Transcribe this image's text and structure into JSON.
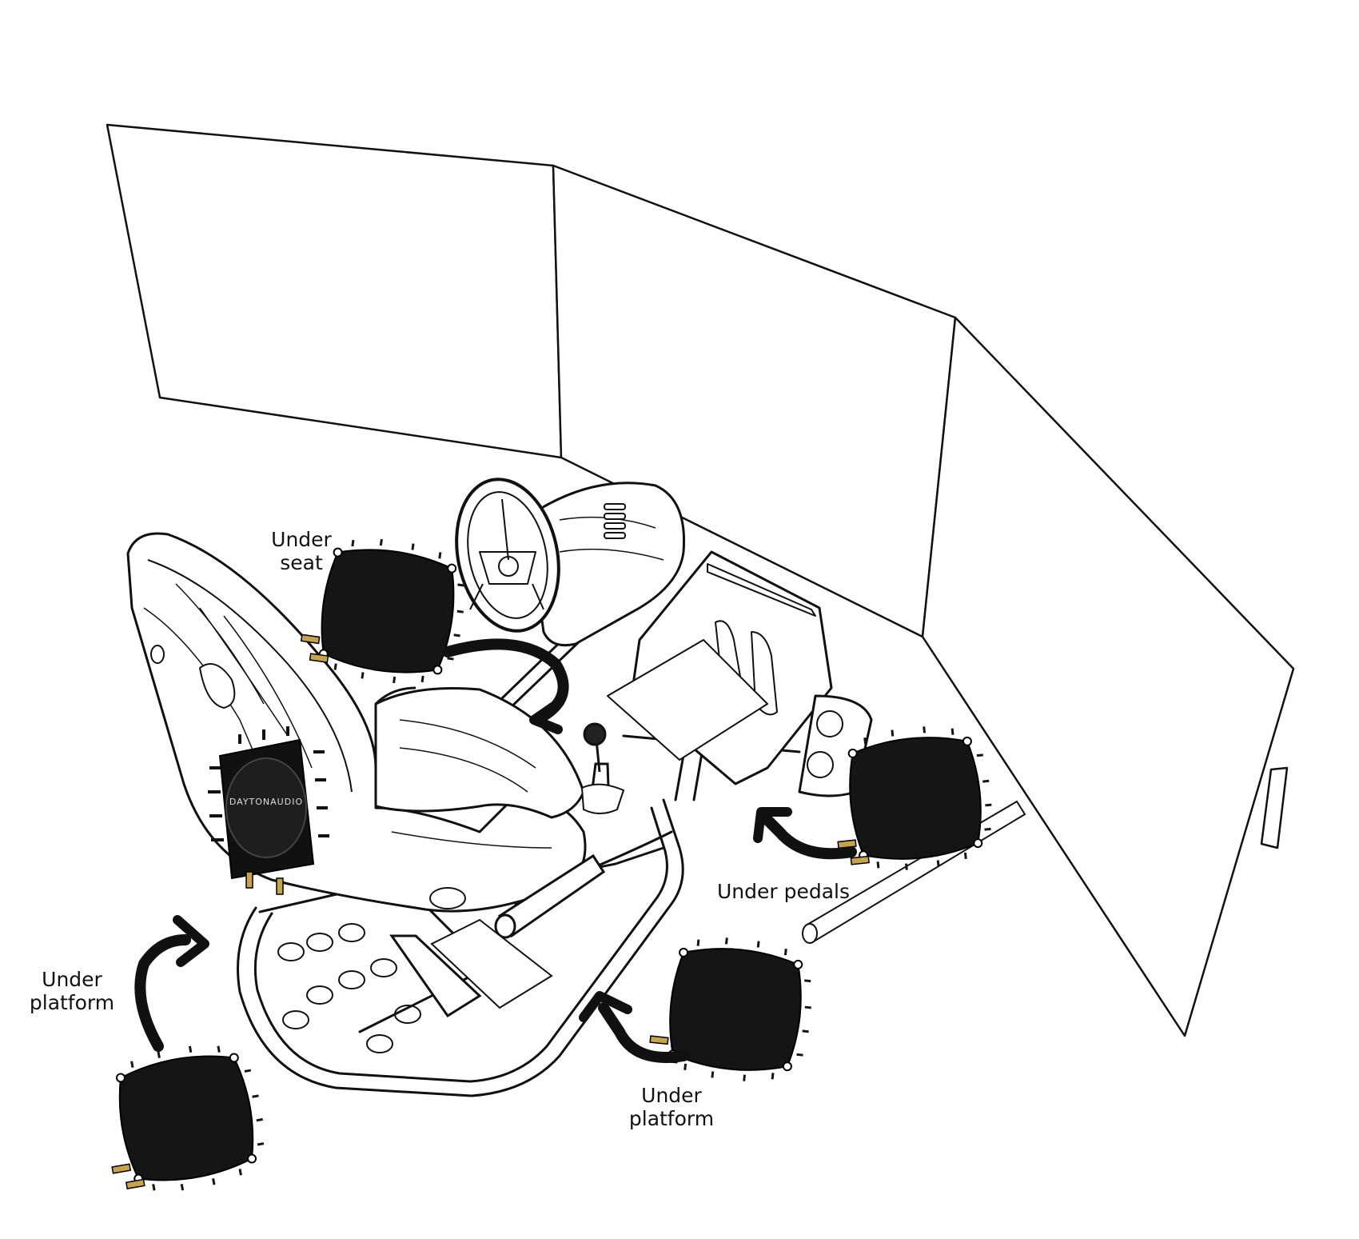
{
  "labels": {
    "seat": {
      "line1": "Under",
      "line2": "seat"
    },
    "pedals": {
      "text": "Under pedals"
    },
    "platform_left": {
      "line1": "Under",
      "line2": "platform"
    },
    "platform_right": {
      "line1": "Under",
      "line2": "platform"
    }
  },
  "brand": {
    "text": "DAYTONAUDIO"
  },
  "colors": {
    "line": "#111111",
    "transducer": "#151515",
    "terminal": "#c9a34a",
    "background": "#ffffff"
  },
  "icons": {
    "transducer": "bass-shaker-transducer-icon",
    "arrow": "curved-arrow-icon"
  }
}
